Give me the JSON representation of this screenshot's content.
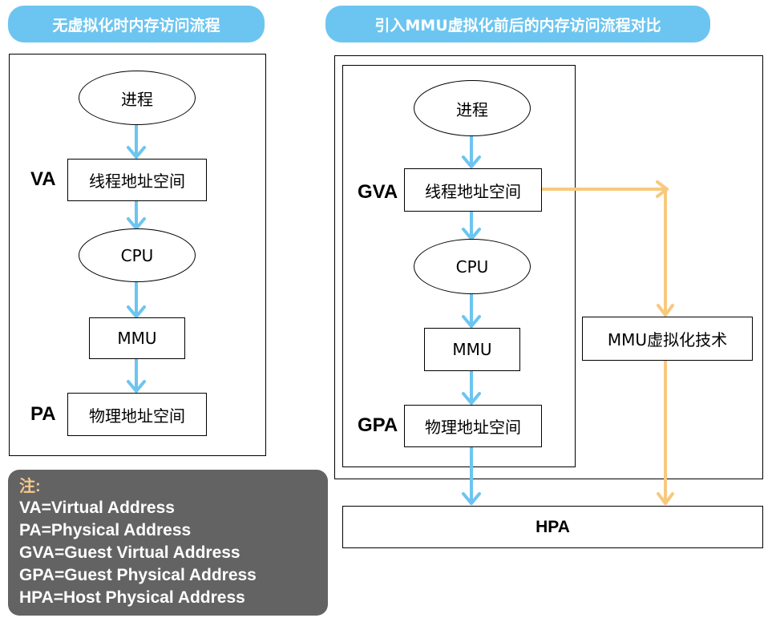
{
  "headers": {
    "left": "无虚拟化时内存访问流程",
    "right": "引入MMU虚拟化前后的内存访问流程对比"
  },
  "left_flow": {
    "process": "进程",
    "vaspace": "线程地址空间",
    "cpu": "CPU",
    "mmu": "MMU",
    "paspace": "物理地址空间",
    "va_tag": "VA",
    "pa_tag": "PA"
  },
  "right_flow": {
    "process": "进程",
    "gvaspace": "线程地址空间",
    "cpu": "CPU",
    "mmu": "MMU",
    "gpaspace": "物理地址空间",
    "gva_tag": "GVA",
    "gpa_tag": "GPA",
    "mmu_virt": "MMU虚拟化技术",
    "hpa": "HPA"
  },
  "note": {
    "title": "注:",
    "lines": [
      "VA=Virtual Address",
      "PA=Physical Address",
      "GVA=Guest Virtual Address",
      "GPA=Guest Physical Address",
      "HPA=Host Physical Address"
    ]
  },
  "colors": {
    "pill_bg": "#6cc5f0",
    "blue_arrow": "#6cc5f0",
    "orange_arrow": "#f7c97f",
    "note_bg": "#636363",
    "note_title": "#f5c98a"
  }
}
